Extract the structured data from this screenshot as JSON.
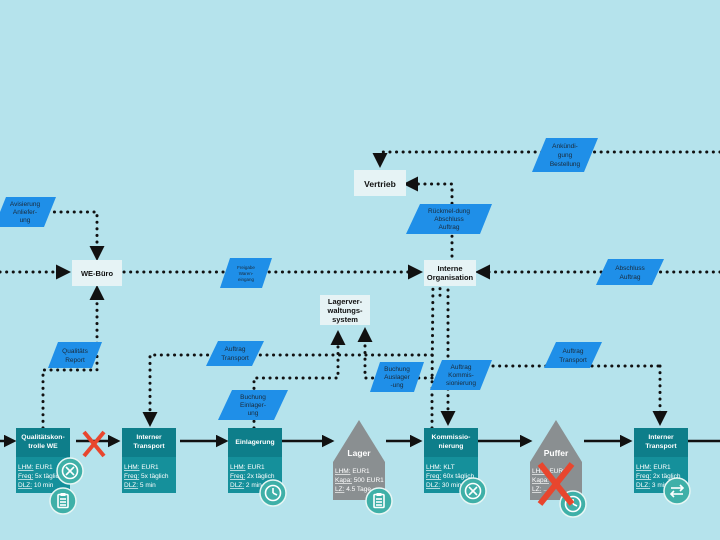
{
  "colors": {
    "background": "#b5e3ec",
    "document_shape": "#1f8fe8",
    "info_box": "#e6f3f5",
    "process_header": "#0e7e8a",
    "process_body": "#15909b",
    "inventory": "#8a8f91",
    "cross": "#e8462e",
    "icon_circle": "#3fb0a8"
  },
  "info_boxes": {
    "vertrieb": "Vertrieb",
    "we_buero": "WE-Büro",
    "interne_org": [
      "Interne",
      "Organisation"
    ],
    "lvs": [
      "Lagerver-",
      "waltungs-",
      "system"
    ]
  },
  "documents": {
    "ankuendigung": [
      "Ankündi-",
      "gung",
      "Bestellung"
    ],
    "rueckmeldung": [
      "Rückmel-dung",
      "Abschluss",
      "Auftrag"
    ],
    "avisierung": [
      "Avisierung",
      "Anliefer-",
      "ung"
    ],
    "freigabe": [
      "Freigabe",
      "Waren-",
      "eingang"
    ],
    "abschluss": [
      "Abschluss",
      "Auftrag"
    ],
    "qualitaet": [
      "Qualitäts",
      "Report"
    ],
    "auftrag_transport_1": [
      "Auftrag",
      "Transport"
    ],
    "buchung_einlagerung": [
      "Buchung",
      "Einlager-",
      "ung"
    ],
    "buchung_auslagerung": [
      "Buchung",
      "Auslager",
      "-ung"
    ],
    "auftrag_kommissionierung": [
      "Auftrag",
      "Kommis-",
      "sionierung"
    ],
    "auftrag_transport_2": [
      "Auftrag",
      "Transport"
    ]
  },
  "processes": [
    {
      "title": [
        "Qualitätskon-",
        "trolle WE"
      ],
      "lines": [
        [
          "LHM:",
          " EUR1"
        ],
        [
          "Freq:",
          " 5x täglich"
        ],
        [
          "DLZ:",
          " 10 min"
        ]
      ],
      "icons": [
        "cancel-icon",
        "clipboard-icon"
      ]
    },
    {
      "title": [
        "Interner",
        "Transport"
      ],
      "lines": [
        [
          "LHM:",
          " EUR1"
        ],
        [
          "Freq:",
          " 5x täglich"
        ],
        [
          "DLZ:",
          " 5 min"
        ]
      ],
      "icons": []
    },
    {
      "title": [
        "Einlagerung"
      ],
      "lines": [
        [
          "LHM:",
          " EUR1"
        ],
        [
          "Freq:",
          " 2x täglich"
        ],
        [
          "DLZ:",
          " 2 min"
        ]
      ],
      "icons": [
        "clock-icon"
      ]
    },
    {
      "title": [
        "Kommissio-",
        "nierung"
      ],
      "lines": [
        [
          "LHM:",
          " KLT"
        ],
        [
          "Freq:",
          " 60x täglich"
        ],
        [
          "DLZ:",
          " 30 min"
        ]
      ],
      "icons": [
        "cancel-icon"
      ]
    },
    {
      "title": [
        "Interner",
        "Transport"
      ],
      "lines": [
        [
          "LHM:",
          " EUR1"
        ],
        [
          "Freq:",
          " 2x täglich"
        ],
        [
          "DLZ:",
          " 3 min"
        ]
      ],
      "icons": [
        "swap-icon"
      ]
    }
  ],
  "inventories": [
    {
      "title": "Lager",
      "lines": [
        [
          "LHM:",
          " EUR1"
        ],
        [
          "Kapa:",
          " 500 EUR1"
        ],
        [
          "LZ:",
          " 4.5 Tage"
        ]
      ],
      "icons": [
        "clipboard-icon"
      ]
    },
    {
      "title": "Puffer",
      "lines": [
        [
          "LHM:",
          " EUR1"
        ],
        [
          "Kapa:",
          " ..."
        ],
        [
          "LZ:",
          " ..."
        ]
      ],
      "icons": [
        "clock-icon"
      ],
      "crossed": true
    }
  ]
}
